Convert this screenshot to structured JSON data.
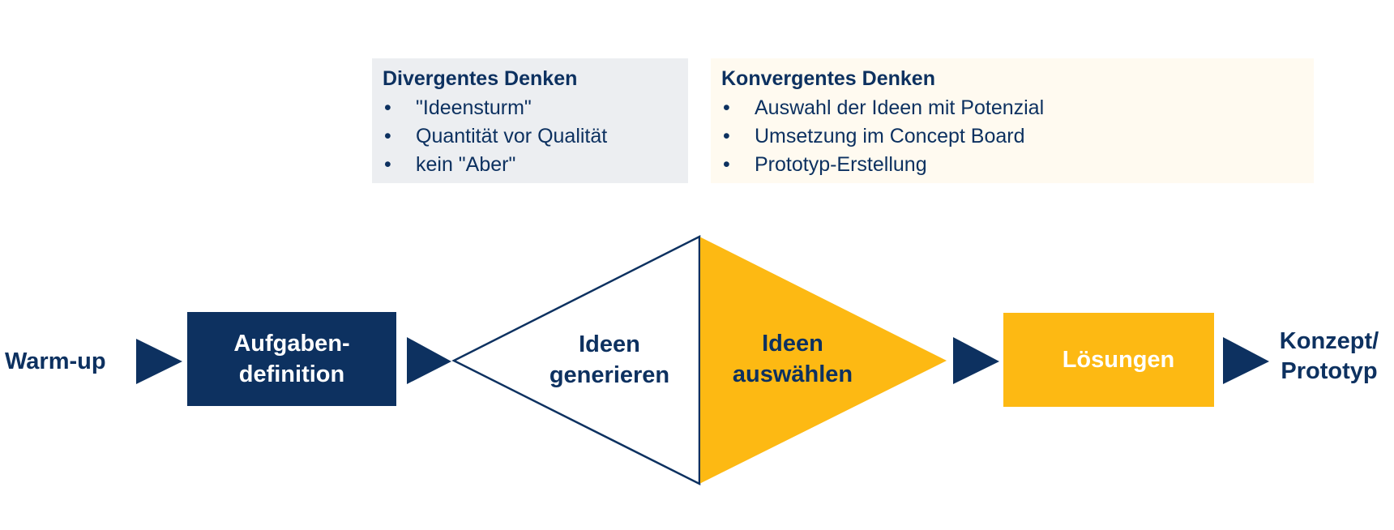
{
  "colors": {
    "navy": "#0d3160",
    "gold": "#fdb913",
    "panel_gray": "#eceef1",
    "panel_cream": "#fffaf0"
  },
  "divergent": {
    "title": "Divergentes Denken",
    "items": [
      "\"Ideensturm\"",
      "Quantität vor Qualität",
      "kein \"Aber\""
    ]
  },
  "convergent": {
    "title": "Konvergentes Denken",
    "items": [
      "Auswahl der Ideen mit Potenzial",
      "Umsetzung im Concept Board",
      "Prototyp-Erstellung"
    ]
  },
  "flow": {
    "warmup": "Warm-up",
    "task_line1": "Aufgaben-",
    "task_line2": "definition",
    "generate_line1": "Ideen",
    "generate_line2": "generieren",
    "select_line1": "Ideen",
    "select_line2": "auswählen",
    "solutions": "Lösungen",
    "result_line1": "Konzept/",
    "result_line2": "Prototyp"
  },
  "bullet_glyph": "•"
}
